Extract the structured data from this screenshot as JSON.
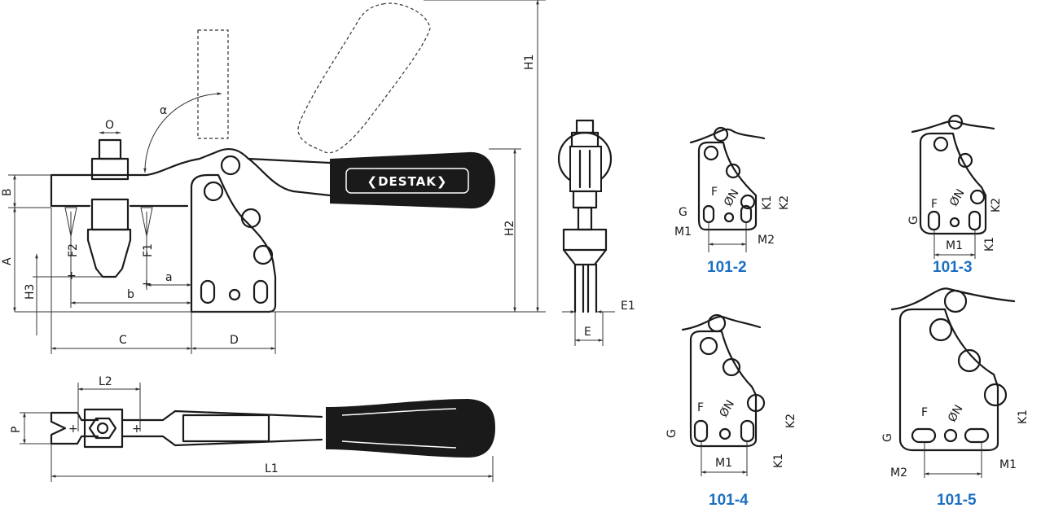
{
  "brand": "❮DESTAK❯",
  "colors": {
    "variant_label": "#1b6fc2",
    "line": "#1a1a1a"
  },
  "dimensions": {
    "H1": "H1",
    "H2": "H2",
    "H3": "H3",
    "A": "A",
    "B": "B",
    "C": "C",
    "D": "D",
    "a": "a",
    "b": "b",
    "O": "O",
    "alpha": "α",
    "F1": "F1",
    "F2": "F2",
    "E": "E",
    "E1": "E1",
    "L1": "L1",
    "L2": "L2",
    "P": "P"
  },
  "variants": [
    {
      "label": "101-2",
      "dims": {
        "F": "F",
        "N": "ØN",
        "G": "G",
        "K1": "K1",
        "K2": "K2",
        "M1": "M1",
        "M2": "M2"
      }
    },
    {
      "label": "101-3",
      "dims": {
        "F": "F",
        "N": "ØN",
        "G": "G",
        "K1": "K1",
        "K2": "K2",
        "M1": "M1"
      }
    },
    {
      "label": "101-4",
      "dims": {
        "F": "F",
        "N": "ØN",
        "G": "G",
        "K1": "K1",
        "K2": "K2",
        "M1": "M1"
      }
    },
    {
      "label": "101-5",
      "dims": {
        "F": "F",
        "N": "ØN",
        "G": "G",
        "K1": "K1",
        "M1": "M1",
        "M2": "M2"
      }
    }
  ]
}
